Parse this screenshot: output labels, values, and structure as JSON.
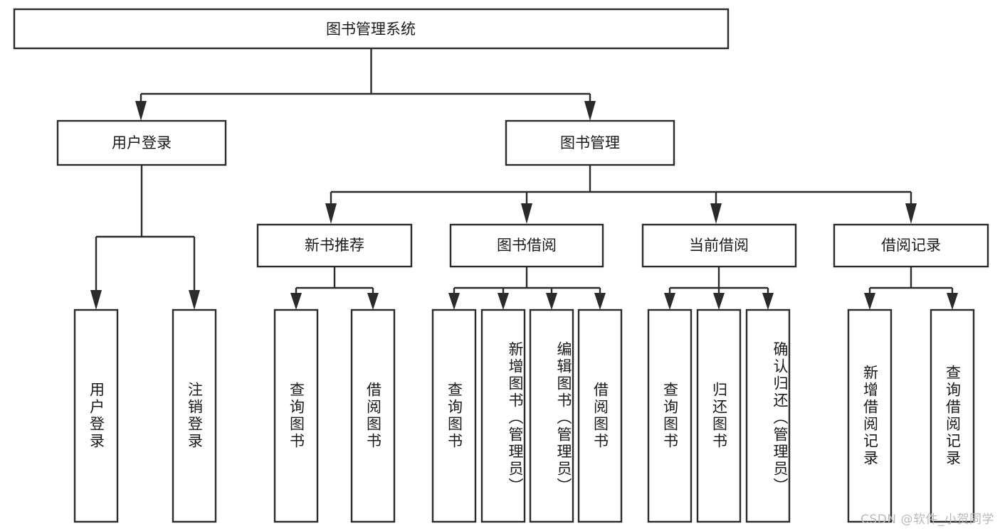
{
  "diagram": {
    "title": "图书管理系统",
    "type": "hierarchy-tree",
    "watermark": "CSDN @软件_小贺同学",
    "colors": {
      "stroke": "#2b2b2b",
      "box_fill": "#ffffff",
      "text": "#1a1a1a",
      "background": "#ffffff",
      "watermark": "#b9b9b9"
    },
    "root": {
      "label": "图书管理系统"
    },
    "level2": [
      {
        "label": "用户登录"
      },
      {
        "label": "图书管理"
      }
    ],
    "level3": [
      {
        "label": "新书推荐"
      },
      {
        "label": "图书借阅"
      },
      {
        "label": "当前借阅"
      },
      {
        "label": "借阅记录"
      }
    ],
    "leaves": {
      "user_login": [
        {
          "label": "用户登录"
        },
        {
          "label": "注销登录"
        }
      ],
      "new_book_recommend": [
        {
          "label": "查询图书"
        },
        {
          "label": "借阅图书"
        }
      ],
      "book_borrow": [
        {
          "label": "查询图书"
        },
        {
          "label": "新增图书（管理员）"
        },
        {
          "label": "编辑图书（管理员）"
        },
        {
          "label": "借阅图书"
        }
      ],
      "current_borrow": [
        {
          "label": "查询图书"
        },
        {
          "label": "归还图书"
        },
        {
          "label": "确认归还（管理员）"
        }
      ],
      "borrow_record": [
        {
          "label": "新增借阅记录"
        },
        {
          "label": "查询借阅记录"
        }
      ]
    }
  }
}
